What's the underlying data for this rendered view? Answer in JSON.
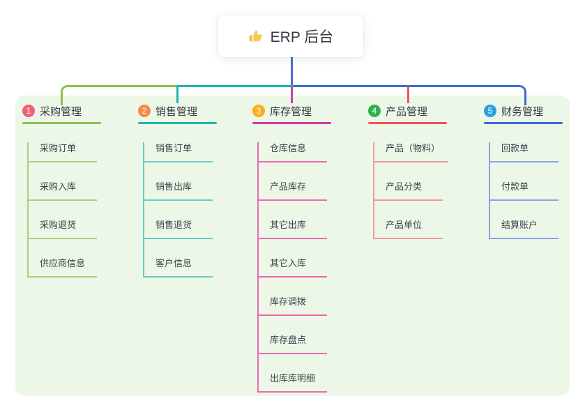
{
  "root": {
    "label": "ERP 后台",
    "icon": "thumbs-up-icon"
  },
  "colors": {
    "page_bg": "#FFFFFF",
    "canvas_bg": "#EDF7E8",
    "root_line": "#4A6BD5",
    "node_bg": "#FFFFFF",
    "text": "#333841",
    "thumb_icon": "#F2C043"
  },
  "branches": [
    {
      "number": "1",
      "title": "采购管理",
      "colors": {
        "line": "#8CC051",
        "light": "#A6D07E",
        "badge": "#F4607A"
      },
      "items": [
        "采购订单",
        "采购入库",
        "采购退货",
        "供应商信息"
      ]
    },
    {
      "number": "2",
      "title": "销售管理",
      "colors": {
        "line": "#1FB5AC",
        "light": "#65CBC2",
        "badge": "#F58A49"
      },
      "items": [
        "销售订单",
        "销售出库",
        "销售退货",
        "客户信息"
      ]
    },
    {
      "number": "3",
      "title": "库存管理",
      "colors": {
        "line": "#CE3D9D",
        "light": "#E76BB2",
        "badge": "#FBAD1B"
      },
      "items": [
        "仓库信息",
        "产品库存",
        "其它出库",
        "其它入库",
        "库存调拨",
        "库存盘点",
        "出库库明细"
      ]
    },
    {
      "number": "4",
      "title": "产品管理",
      "colors": {
        "line": "#F4515C",
        "light": "#F7959B",
        "badge": "#2DB04F"
      },
      "items": [
        "产品（物料）",
        "产品分类",
        "产品单位"
      ]
    },
    {
      "number": "5",
      "title": "财务管理",
      "colors": {
        "line": "#3F68D4",
        "light": "#8AA2E6",
        "badge": "#2AA1DC"
      },
      "items": [
        "回款单",
        "付款单",
        "结算账户"
      ]
    }
  ]
}
